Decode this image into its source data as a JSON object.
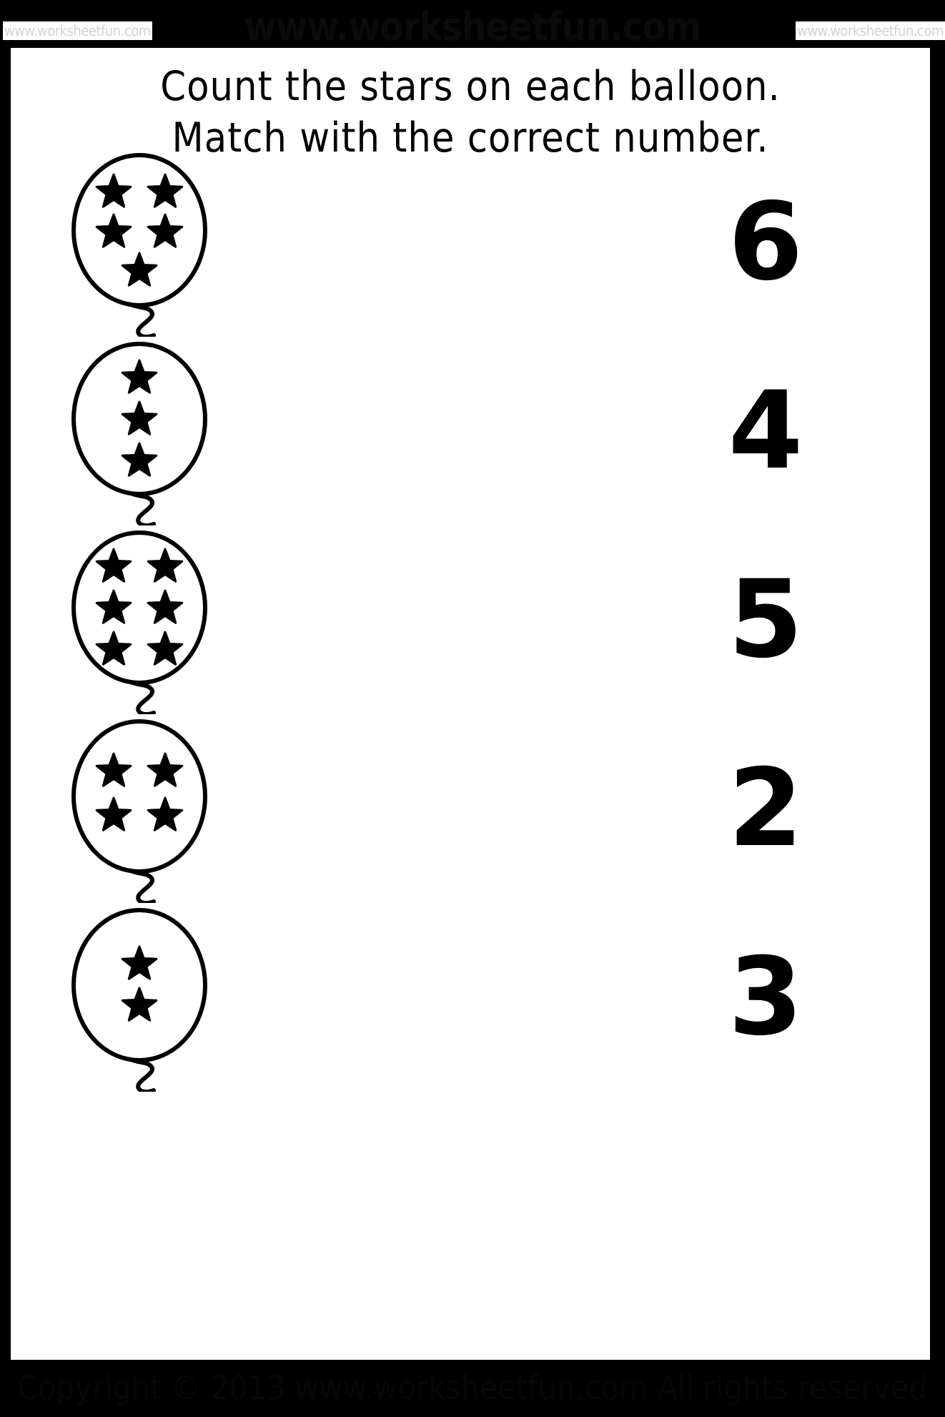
{
  "page": {
    "background_color": "#000000",
    "sheet_color": "#ffffff",
    "ink_color": "#000000"
  },
  "watermarks": {
    "center_top": "www.worksheetfun.com",
    "top_left": "www.worksheetfun.com",
    "top_right": "www.worksheetfun.com"
  },
  "instructions": {
    "line1": "Count the stars on each balloon.",
    "line2": "Match with the correct number."
  },
  "rows": [
    {
      "id": "row-1",
      "star_count": 5,
      "star_layout": "2-2-1",
      "number": "6"
    },
    {
      "id": "row-2",
      "star_count": 3,
      "star_layout": "1-1-1",
      "number": "4"
    },
    {
      "id": "row-3",
      "star_count": 6,
      "star_layout": "2-2-2",
      "number": "5"
    },
    {
      "id": "row-4",
      "star_count": 4,
      "star_layout": "2-2",
      "number": "2"
    },
    {
      "id": "row-5",
      "star_count": 2,
      "star_layout": "1-1",
      "number": "3"
    }
  ],
  "footer": {
    "copyright": "Copyright © 2013 www.worksheetfun.com All rights reserved"
  }
}
